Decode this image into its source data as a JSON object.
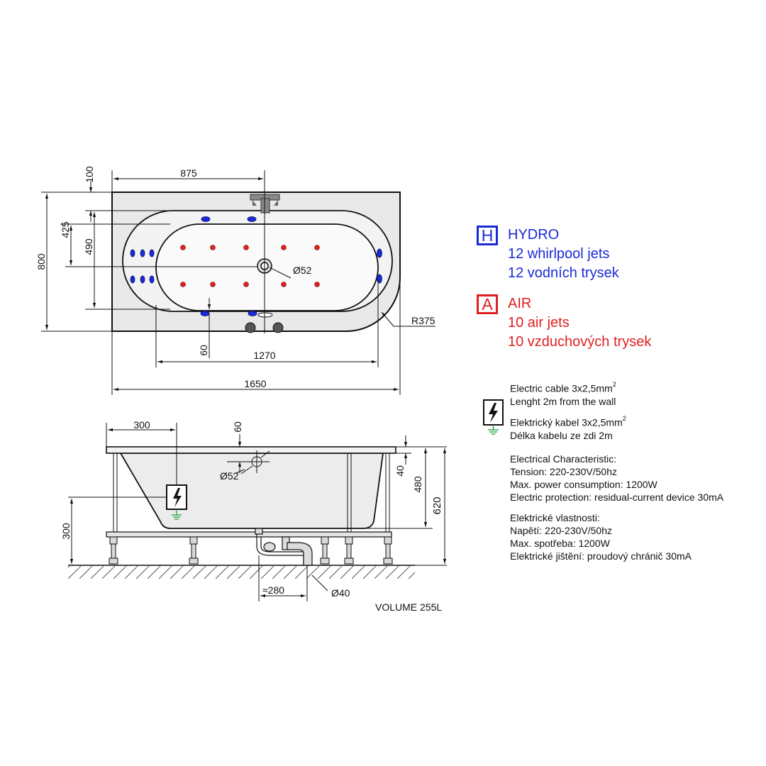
{
  "top_view": {
    "dims": {
      "d100": "100",
      "d875": "875",
      "d425": "425",
      "d490": "490",
      "d800": "800",
      "d52": "Ø52",
      "r375": "R375",
      "d60": "60",
      "d1270": "1270",
      "d1650": "1650"
    }
  },
  "side_view": {
    "dims": {
      "d300_top": "300",
      "d60": "60",
      "d52": "Ø52",
      "d40": "40",
      "d480": "480",
      "d620": "620",
      "d300_left": "300",
      "d280": "≈280",
      "d40_pipe": "Ø40"
    },
    "volume": "VOLUME 255L"
  },
  "legend": {
    "hydro": {
      "letter": "H",
      "title": "HYDRO",
      "line1": "12 whirlpool jets",
      "line2": "12 vodních trysek"
    },
    "air": {
      "letter": "A",
      "title": "AIR",
      "line1": "10 air jets",
      "line2": "10 vzduchových trysek"
    }
  },
  "electric": {
    "cable_en": "Electric cable 3x2,5mm",
    "cable_en_sup": "2",
    "length_en": "Lenght 2m from the wall",
    "cable_cz": "Elektrický kabel 3x2,5mm",
    "cable_cz_sup": "2",
    "length_cz": "Délka kabelu ze zdi 2m",
    "char_en": {
      "title": "Electrical Characteristic:",
      "tension": "Tension: 220-230V/50hz",
      "power": "Max. power consumption: 1200W",
      "protection": "Electric protection: residual-current device 30mA"
    },
    "char_cz": {
      "title": "Elektrické vlastnosti:",
      "tension": "Napětí: 220-230V/50hz",
      "power": "Max. spotřeba: 1200W",
      "protection": "Elektrické jištění: proudový chránič 30mA"
    }
  },
  "colors": {
    "hydro": "#1a2bd6",
    "air": "#e01f1f",
    "ground": "#1a9a3a",
    "tub_fill": "#ececec",
    "line": "#111111"
  }
}
